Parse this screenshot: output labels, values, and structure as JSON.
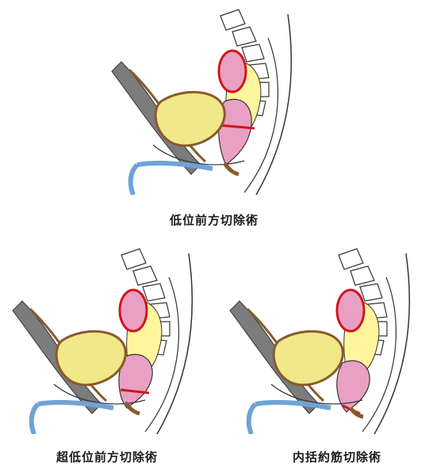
{
  "figures": [
    {
      "id": "low-anterior-resection",
      "caption": "低位前方切除術"
    },
    {
      "id": "super-low-anterior-resection",
      "caption": "超低位前方切除術"
    },
    {
      "id": "intersphincteric-resection",
      "caption": "内括約筋切除術"
    }
  ],
  "colors": {
    "bone_outline": "#333333",
    "fat": "#fff59d",
    "colon": "#e9a0c4",
    "bladder": "#f1e88a",
    "muscle": "#8a5a2b",
    "gray_wall": "#7c7c7c",
    "cut_line": "#d0161b",
    "urethra": "#6fa3d8"
  }
}
